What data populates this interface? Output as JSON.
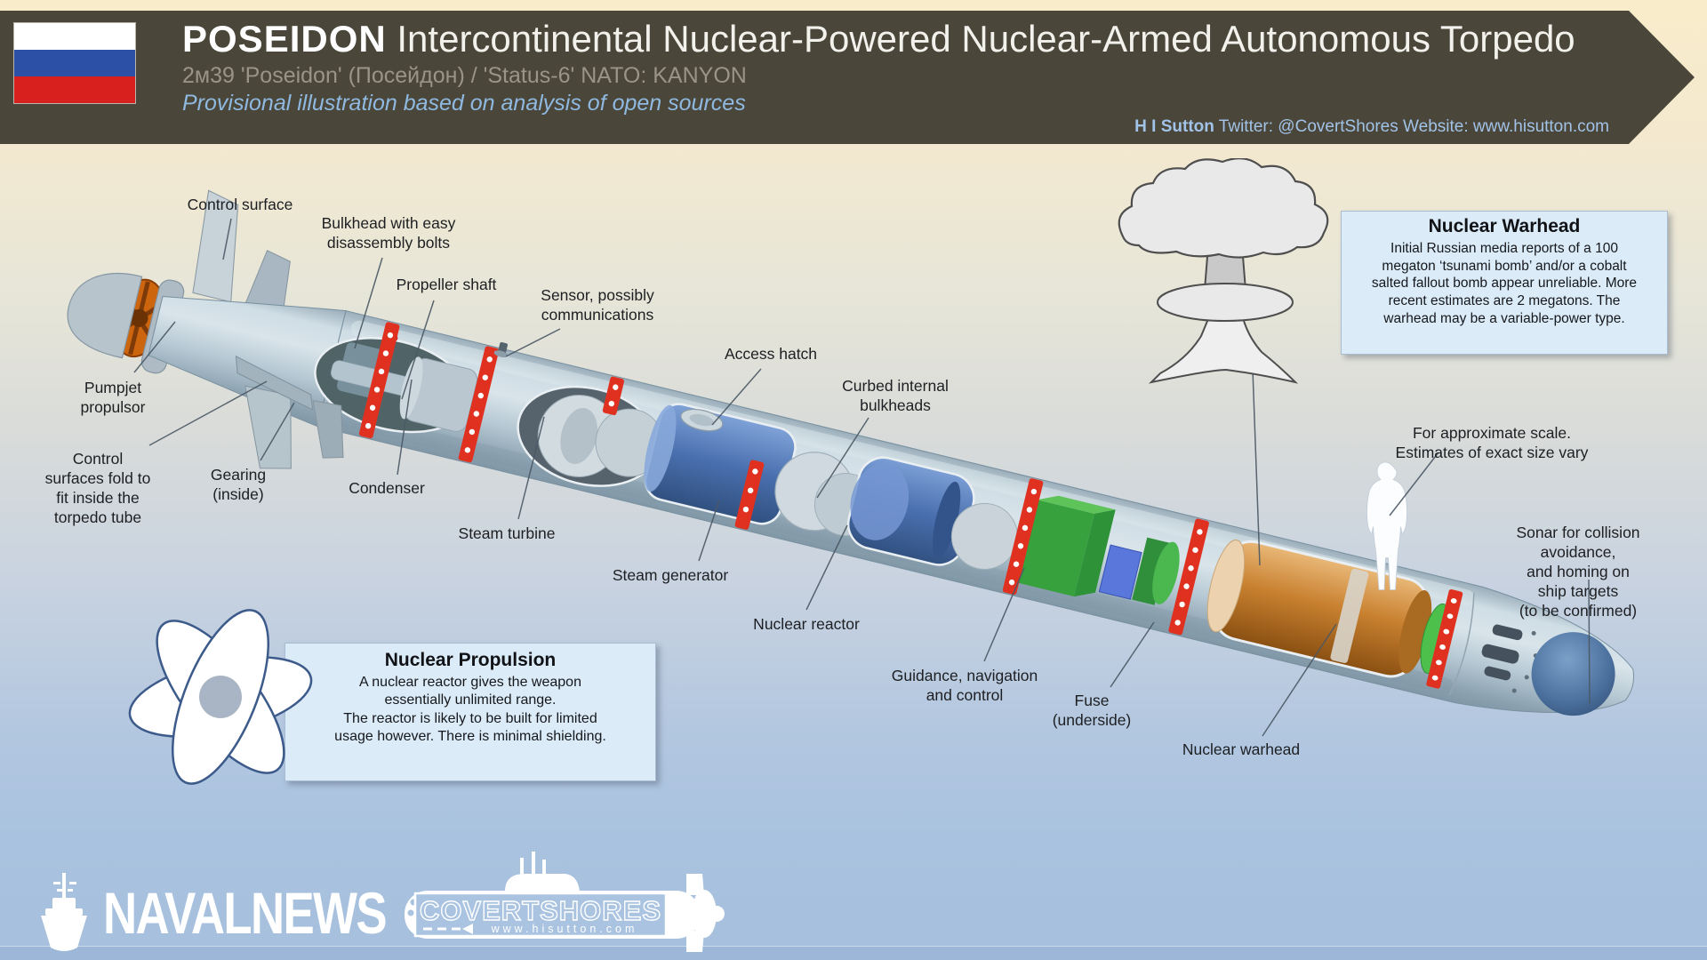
{
  "header": {
    "title": "POSEIDON",
    "title_rest": "Intercontinental Nuclear-Powered Nuclear-Armed Autonomous Torpedo",
    "subtitle": "2м39 'Poseidon' (Посейдон) / 'Status-6' NATO: KANYON",
    "note": "Provisional illustration based on analysis of open sources",
    "credit_name": "H I Sutton",
    "credit_rest": " Twitter: @CovertShores Website: www.hisutton.com",
    "flag_colors": [
      "#ffffff",
      "#2b50a5",
      "#d8211f"
    ],
    "bar_color": "#4a463a"
  },
  "labels": [
    {
      "id": "control-surface",
      "text": "Control surface"
    },
    {
      "id": "bulkhead-bolts",
      "text": "Bulkhead with easy\ndisassembly bolts"
    },
    {
      "id": "propeller-shaft",
      "text": "Propeller shaft"
    },
    {
      "id": "sensor",
      "text": "Sensor, possibly\ncommunications"
    },
    {
      "id": "access-hatch",
      "text": "Access hatch"
    },
    {
      "id": "curbed-bulkheads",
      "text": "Curbed internal\nbulkheads"
    },
    {
      "id": "pumpjet-propulsor",
      "text": "Pumpjet\npropulsor"
    },
    {
      "id": "control-surfaces-fold",
      "text": "Control\nsurfaces fold to\nfit inside the\ntorpedo tube"
    },
    {
      "id": "gearing",
      "text": "Gearing\n(inside)"
    },
    {
      "id": "condenser",
      "text": "Condenser"
    },
    {
      "id": "steam-turbine",
      "text": "Steam turbine"
    },
    {
      "id": "steam-generator",
      "text": "Steam generator"
    },
    {
      "id": "nuclear-reactor",
      "text": "Nuclear reactor"
    },
    {
      "id": "guidance",
      "text": "Guidance, navigation\nand control"
    },
    {
      "id": "fuse",
      "text": "Fuse\n(underside)"
    },
    {
      "id": "nuclear-warhead",
      "text": "Nuclear warhead"
    },
    {
      "id": "scale-note",
      "text": "For approximate scale.\nEstimates of exact size vary"
    },
    {
      "id": "sonar",
      "text": "Sonar for collision avoidance,\nand homing on ship targets\n(to be confirmed)"
    }
  ],
  "info_boxes": {
    "warhead": {
      "title": "Nuclear Warhead",
      "body": "Initial Russian media reports of a 100\nmegaton ‘tsunami bomb’ and/or a cobalt\nsalted fallout bomb appear unreliable. More\nrecent estimates are 2 megatons. The\nwarhead may be a variable-power type."
    },
    "propulsion": {
      "title": "Nuclear Propulsion",
      "body": "A nuclear reactor gives the weapon\nessentially unlimited range.\nThe reactor is likely to be built for limited\nusage however. There is minimal shielding."
    }
  },
  "footer": {
    "navalnews_label": "NAVALNEWS",
    "covertshores_label": "COVERTSHORES",
    "covertshores_url": "www.hisutton.com"
  },
  "icons": {
    "russian_flag": "russian-flag-icon",
    "mushroom_cloud": "mushroom-cloud-icon",
    "atom": "atom-icon",
    "human_figure": "human-scale-figure",
    "naval_ship": "navalnews-ship-icon",
    "submarine": "covertshores-submarine-icon"
  },
  "colors": {
    "background_top": "#f8ecca",
    "background_bottom": "#a5bfdd",
    "hull": "#b6c9d4",
    "reactor_blue": "#46699f",
    "warhead_orange": "#c07a2e",
    "guidance_green": "#3fa03f",
    "band_red": "#e0301f",
    "info_box": "#dcebf8"
  }
}
